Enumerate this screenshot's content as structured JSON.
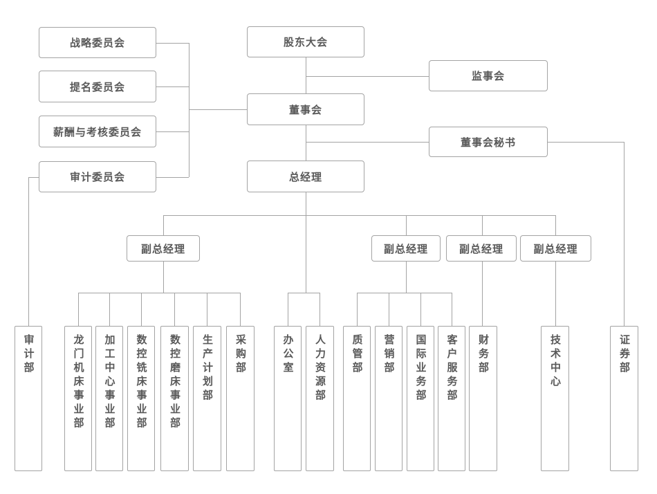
{
  "colors": {
    "background": "#ffffff",
    "box_border": "#a3a3a3",
    "connector_line": "#a3a3a3",
    "text": "#595959"
  },
  "nodes": {
    "strategy_committee": "战略委员会",
    "nomination_committee": "提名委员会",
    "compensation_committee": "薪酬与考核委员会",
    "audit_committee": "审计委员会",
    "shareholders_meeting": "股东大会",
    "supervisory_board": "监事会",
    "board_of_directors": "董事会",
    "board_secretary": "董事会秘书",
    "general_manager": "总经理",
    "deputy_gm_1": "副总经理",
    "deputy_gm_2": "副总经理",
    "deputy_gm_3": "副总经理",
    "deputy_gm_4": "副总经理"
  },
  "departments": {
    "audit_dept": "审计部",
    "longmen_machine_tool": "龙门机床事业部",
    "machining_center": "加工中心事业部",
    "cnc_milling": "数控铣床事业部",
    "cnc_grinding": "数控磨床事业部",
    "production_planning": "生产计划部",
    "purchasing": "采购部",
    "office": "办公室",
    "human_resources": "人力资源部",
    "quality": "质管部",
    "marketing": "营销部",
    "international_business": "国际业务部",
    "customer_service": "客户服务部",
    "finance": "财务部",
    "technology_center": "技术中心",
    "securities": "证券部"
  },
  "edges": [
    {
      "from": "股东大会",
      "to": [
        "监事会",
        "董事会"
      ]
    },
    {
      "from": "董事会",
      "to": [
        "战略委员会",
        "提名委员会",
        "薪酬与考核委员会",
        "审计委员会",
        "董事会秘书",
        "总经理"
      ]
    },
    {
      "from": "审计委员会",
      "to": [
        "审计部"
      ]
    },
    {
      "from": "董事会秘书",
      "to": [
        "证券部"
      ]
    },
    {
      "from": "总经理",
      "to": [
        "副总经理(1)",
        "副总经理(2)",
        "副总经理(3)",
        "副总经理(4)",
        "办公室",
        "人力资源部"
      ]
    },
    {
      "from": "副总经理(1)",
      "to": [
        "龙门机床事业部",
        "加工中心事业部",
        "数控铣床事业部",
        "数控磨床事业部",
        "生产计划部",
        "采购部"
      ]
    },
    {
      "from": "副总经理(2)",
      "to": [
        "质管部",
        "营销部",
        "国际业务部",
        "客户服务部"
      ]
    },
    {
      "from": "副总经理(3)",
      "to": [
        "财务部"
      ]
    },
    {
      "from": "副总经理(4)",
      "to": [
        "技术中心"
      ]
    }
  ]
}
